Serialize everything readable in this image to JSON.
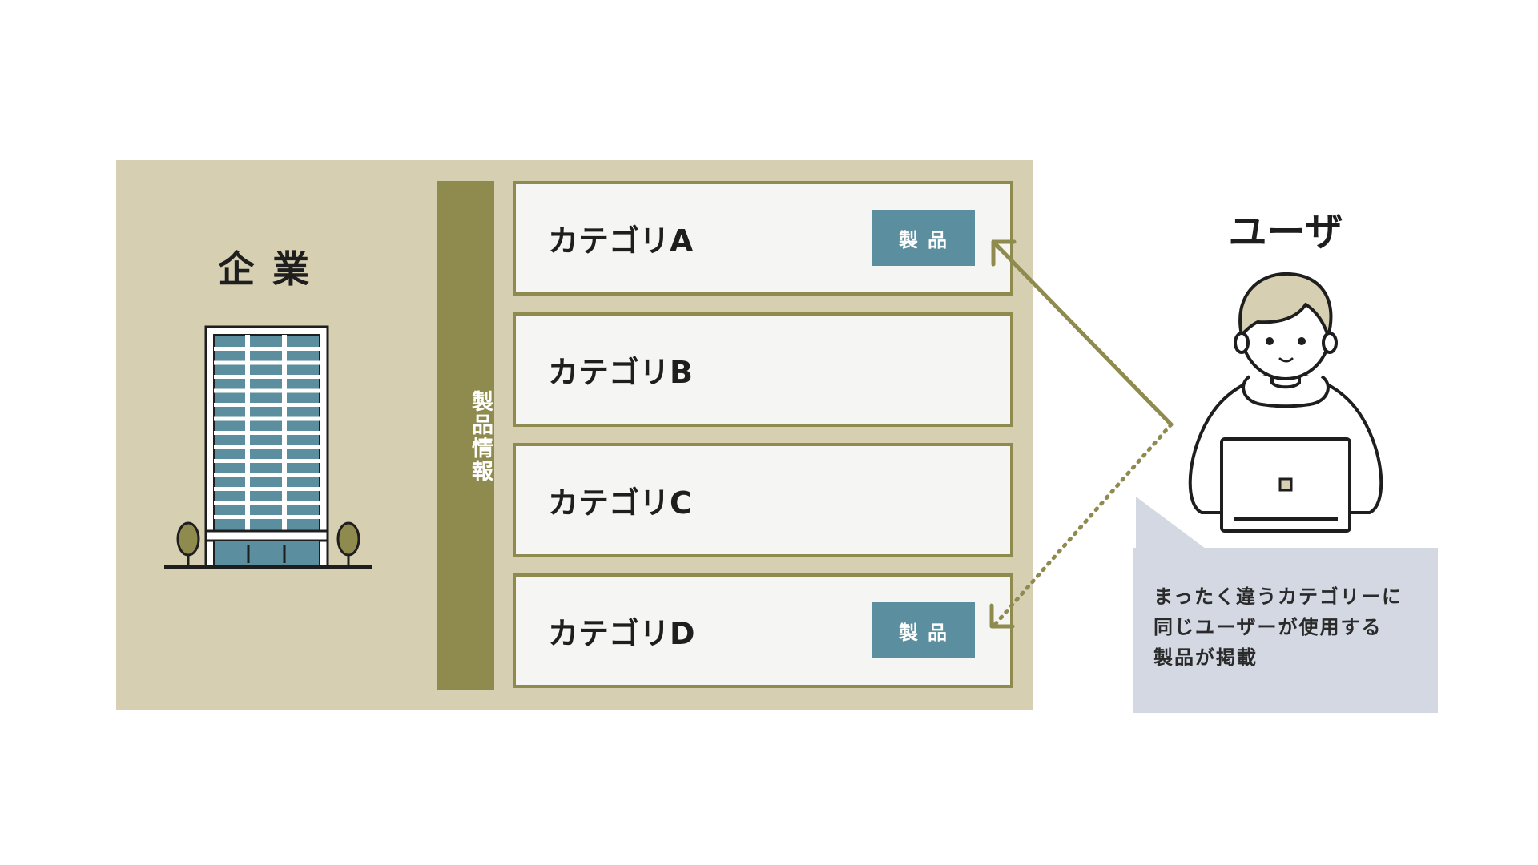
{
  "company": {
    "title": "企業"
  },
  "info_bar": {
    "label": "製品情報"
  },
  "categories": [
    {
      "label": "カテゴリA",
      "badge": "製品"
    },
    {
      "label": "カテゴリB"
    },
    {
      "label": "カテゴリC"
    },
    {
      "label": "カテゴリD",
      "badge": "製品"
    }
  ],
  "user": {
    "title": "ユーザ"
  },
  "callout": {
    "lines": [
      "まったく違うカテゴリーに",
      "同じユーザーが使用する",
      "製品が掲載"
    ]
  },
  "colors": {
    "panel": "#d6cfb2",
    "olive": "#8f8b4f",
    "badge": "#5b8e9e",
    "callout": "#d3d8e2",
    "card": "#f5f5f3"
  }
}
